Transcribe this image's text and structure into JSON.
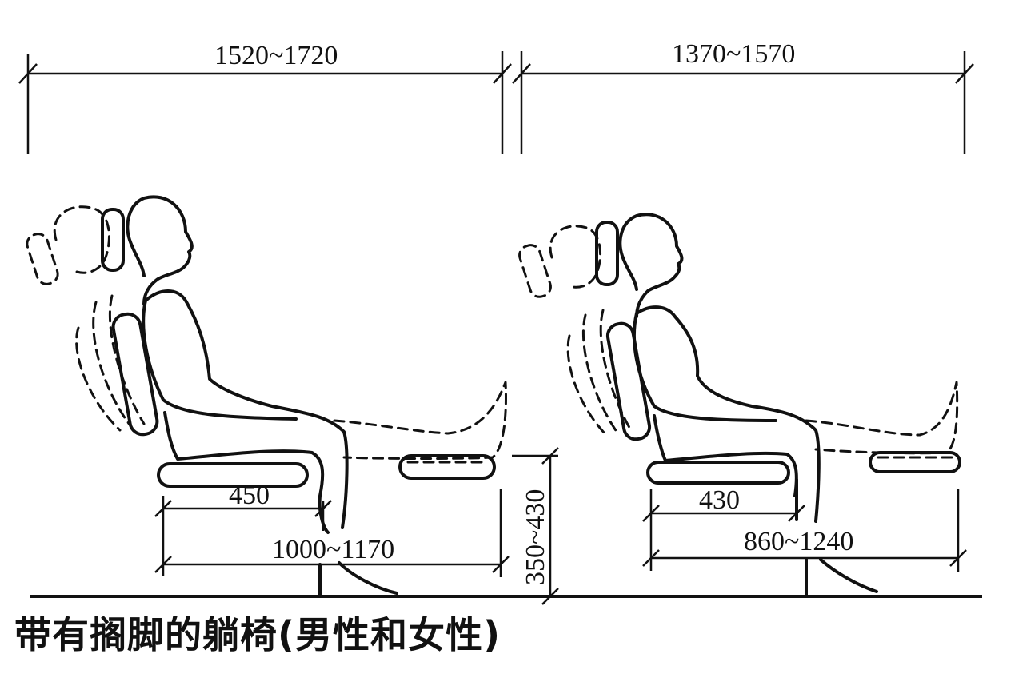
{
  "dimensions": {
    "male_total_length": "1520~1720",
    "female_total_length": "1370~1570",
    "male_seat_depth": "450",
    "female_seat_depth": "430",
    "male_seat_to_footrest": "1000~1170",
    "female_seat_to_footrest": "860~1240",
    "seat_height": "350~430"
  },
  "caption": "带有搁脚的躺椅(男性和女性)"
}
